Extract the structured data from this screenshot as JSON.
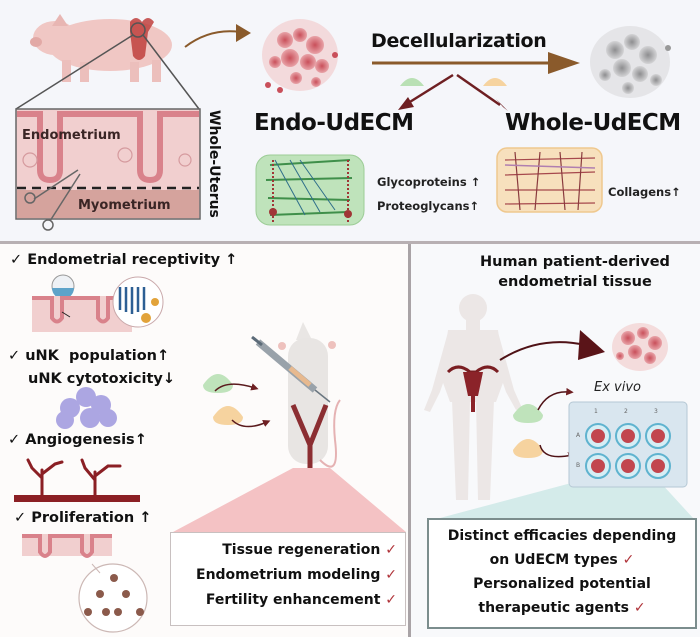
{
  "top": {
    "decellularization_label": "Decellularization",
    "whole_uterus_label": "Whole-Uterus",
    "endometrium_label": "Endometrium",
    "myometrium_label": "Myometrium",
    "endo_udecm_title": "Endo-UdECM",
    "whole_udecm_title": "Whole-UdECM",
    "endo_components": [
      {
        "label": "Glycoproteins",
        "arrow": "↑"
      },
      {
        "label": "Proteoglycans",
        "arrow": "↑"
      }
    ],
    "whole_components": [
      {
        "label": "Collagens",
        "arrow": "↑"
      }
    ]
  },
  "bottom_left": {
    "effects": [
      {
        "check": "✓",
        "label": "Endometrial receptivity",
        "arrow": "↑"
      },
      {
        "check": "✓",
        "label": "uNK  population",
        "arrow": "↑"
      },
      {
        "check": "",
        "label": "uNK cytotoxicity",
        "arrow": "↓"
      },
      {
        "check": "✓",
        "label": "Angiogenesis",
        "arrow": "↑"
      },
      {
        "check": "✓",
        "label": "Proliferation",
        "arrow": "↑"
      }
    ],
    "outcomes": [
      {
        "label": "Tissue regeneration",
        "check": "✓"
      },
      {
        "label": "Endometrium modeling",
        "check": "✓"
      },
      {
        "label": "Fertility enhancement",
        "check": "✓"
      }
    ]
  },
  "bottom_right": {
    "title_line1": "Human patient-derived",
    "title_line2": "endometrial tissue",
    "ex_vivo_label": "Ex vivo",
    "plate_columns": [
      "1",
      "2",
      "3"
    ],
    "plate_rows": [
      "A",
      "B"
    ],
    "outcomes": [
      {
        "line": "Distinct efficacies depending",
        "check": ""
      },
      {
        "line": "on UdECM types",
        "check": "✓"
      },
      {
        "line": "Personalized potential",
        "check": ""
      },
      {
        "line": "therapeutic agents",
        "check": "✓"
      }
    ]
  },
  "colors": {
    "arrow_brown": "#8a5a2b",
    "arrow_dark_red": "#6e1f22",
    "check_red": "#b0343a",
    "endo_scaffold_green": "#b9e0b4",
    "whole_scaffold_peach": "#f6dfb8",
    "tissue_pink": "#e8a9ad"
  }
}
